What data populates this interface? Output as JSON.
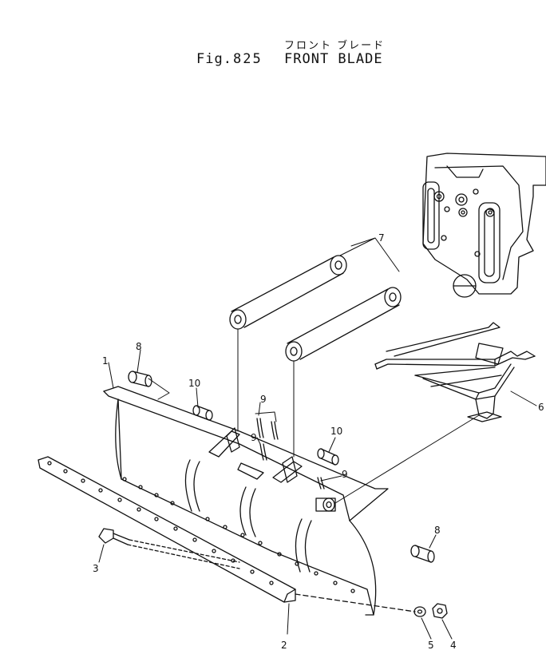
{
  "header": {
    "fig_label": "Fig.",
    "fig_number": "825",
    "title_jp": "フロント ブレード",
    "title_en": "FRONT BLADE"
  },
  "callouts": [
    {
      "id": "c1",
      "label": "1"
    },
    {
      "id": "c2",
      "label": "2"
    },
    {
      "id": "c3",
      "label": "3"
    },
    {
      "id": "c4",
      "label": "4"
    },
    {
      "id": "c5",
      "label": "5"
    },
    {
      "id": "c6",
      "label": "6"
    },
    {
      "id": "c7",
      "label": "7"
    },
    {
      "id": "c8a",
      "label": "8"
    },
    {
      "id": "c8b",
      "label": "8"
    },
    {
      "id": "c9a",
      "label": "9"
    },
    {
      "id": "c9b",
      "label": "9"
    },
    {
      "id": "c9c",
      "label": "9"
    },
    {
      "id": "c10a",
      "label": "10"
    },
    {
      "id": "c10b",
      "label": "10"
    }
  ]
}
